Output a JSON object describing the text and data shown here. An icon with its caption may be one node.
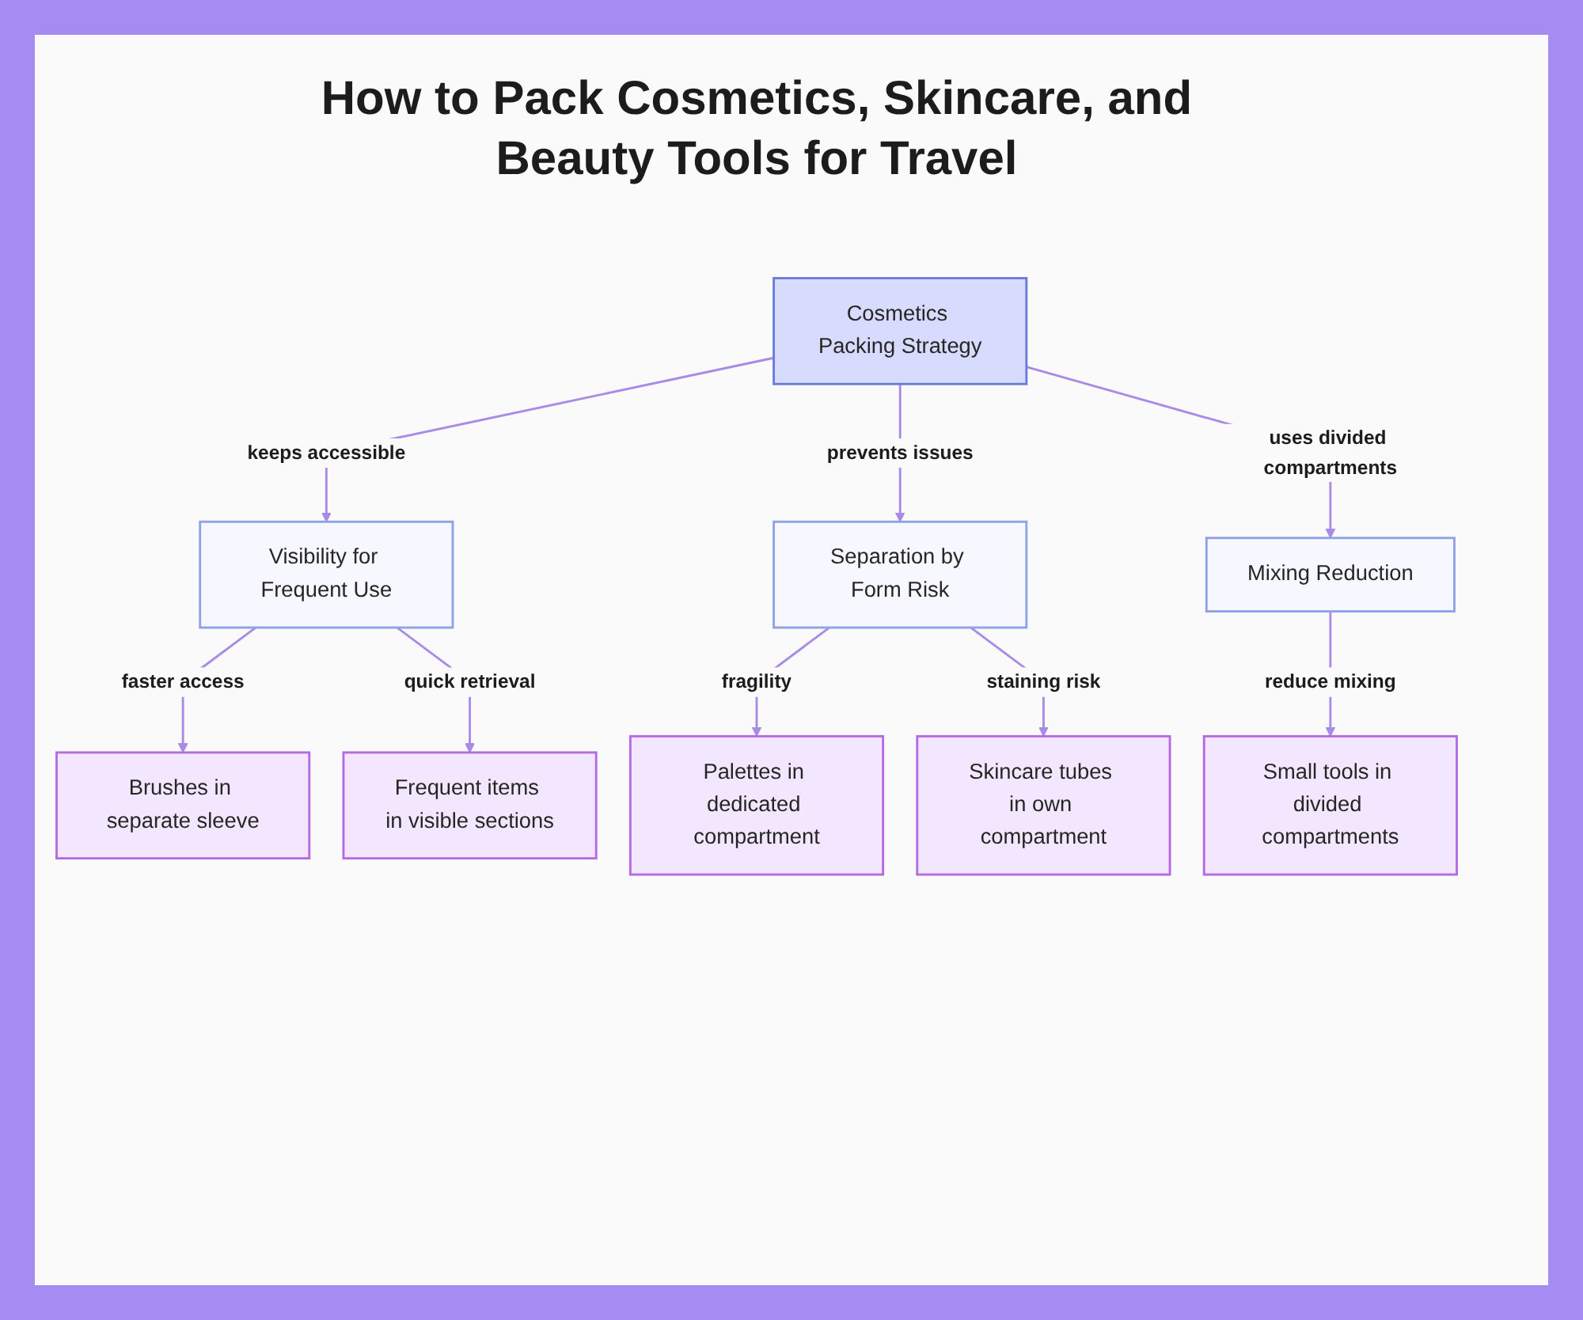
{
  "diagram": {
    "title": "How to Pack Cosmetics, Skincare, and Beauty Tools for Travel",
    "nodes": [
      {
        "text": [
          "Cosmetics Packing Strategy"
        ]
      },
      {
        "text": [
          "Visibility for Frequent Use"
        ]
      },
      {
        "text": [
          "Separation by Form Risk"
        ]
      },
      {
        "text": [
          "Mixing Reduction"
        ]
      },
      {
        "text": [
          "Brushes in separate sleeve"
        ]
      },
      {
        "text": [
          "Frequent items in visible sections"
        ]
      },
      {
        "text": [
          "Palettes in dedicated compartment"
        ]
      },
      {
        "text": [
          "Skincare tubes in own compartment"
        ]
      },
      {
        "text": [
          "Small tools in divided compartments"
        ]
      }
    ],
    "edges": [
      {
        "from": 0,
        "to": 1,
        "arrow": "to",
        "label": "keeps accessible"
      },
      {
        "from": 0,
        "to": 2,
        "arrow": "to",
        "label": "prevents issues"
      },
      {
        "from": 0,
        "to": 3,
        "arrow": "to",
        "label": "uses divided compartments"
      },
      {
        "from": 1,
        "to": 4,
        "arrow": "to",
        "label": "faster access"
      },
      {
        "from": 1,
        "to": 5,
        "arrow": "to",
        "label": "quick retrieval"
      },
      {
        "from": 2,
        "to": 6,
        "arrow": "to",
        "label": "fragility"
      },
      {
        "from": 2,
        "to": 7,
        "arrow": "to",
        "label": "staining risk"
      },
      {
        "from": 3,
        "to": 8,
        "arrow": "to",
        "label": "reduce mixing"
      }
    ]
  }
}
